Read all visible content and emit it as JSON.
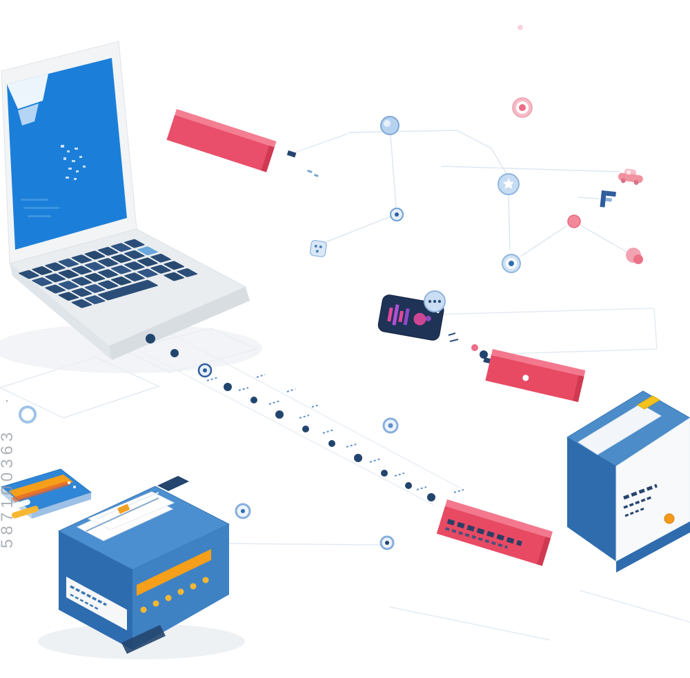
{
  "watermark": {
    "number": "587100363",
    "dot": "·"
  },
  "palette": {
    "screen_blue": "#1b7fd9",
    "body_blue": "#2f86d6",
    "box_blue": "#4b8cc9",
    "dark_navy": "#22456e",
    "pink": "#e84a63",
    "pink_light": "#f3788e",
    "orange": "#f59f1a",
    "yellow": "#f2c21f",
    "line_light": "#dfe8f1",
    "node_blue": "#8fb6e0",
    "watermark_gray": "#9aa0a6"
  },
  "objects": [
    "laptop",
    "top-banner",
    "network-nodes",
    "media-card",
    "ellipsis-bubble",
    "middle-banner",
    "scanner-box",
    "bank-card",
    "printer",
    "conveyor-dots",
    "bottom-banner",
    "watermark"
  ]
}
